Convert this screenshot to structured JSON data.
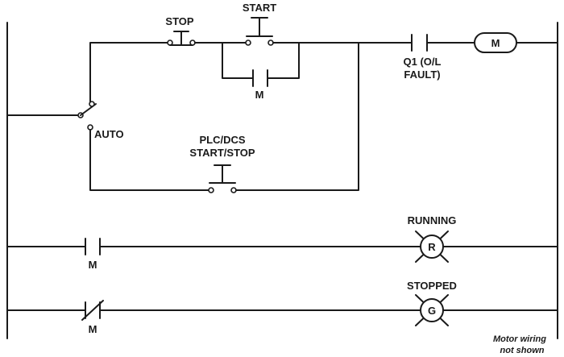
{
  "labels": {
    "stop": "STOP",
    "start": "START",
    "seal_in_contact": "M",
    "auto": "AUTO",
    "plc_line1": "PLC/DCS",
    "plc_line2": "START/STOP",
    "overload_line1": "Q1 (O/L",
    "overload_line2": "FAULT)",
    "motor_coil": "M",
    "running": "RUNNING",
    "running_lamp": "R",
    "running_contact": "M",
    "stopped": "STOPPED",
    "stopped_lamp": "G",
    "stopped_contact": "M",
    "note_line1": "Motor wiring",
    "note_line2": "not shown"
  }
}
